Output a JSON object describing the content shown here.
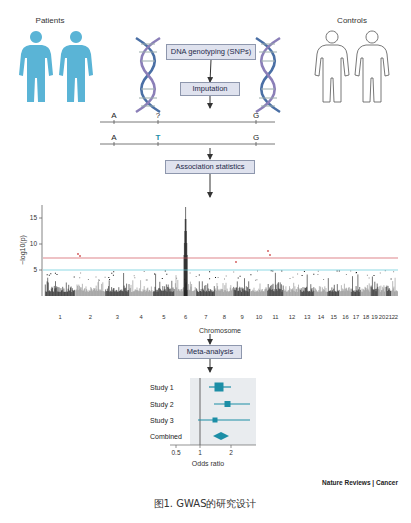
{
  "diagram": {
    "caption": "图1. GWAS的研究设计",
    "nodes": [
      {
        "text": [
          "DNA genotyping (SNPs)"
        ]
      },
      {
        "text": [
          "Imputation"
        ]
      },
      {
        "text": [
          "Association statistics"
        ]
      },
      {
        "text": [
          "Meta-analysis"
        ]
      }
    ],
    "edges": [
      {
        "from": 0,
        "to": 1,
        "arrow": "to"
      }
    ],
    "labels": [
      "Patients",
      "Controls",
      "A",
      "?",
      "G",
      "A",
      "T",
      "G",
      "15",
      "10",
      "5",
      "−log10(p)",
      "1",
      "2",
      "3",
      "4",
      "5",
      "6",
      "7",
      "8",
      "9",
      "10",
      "11",
      "12",
      "13",
      "14",
      "15",
      "16",
      "17",
      "18",
      "19",
      "20",
      "21",
      "22",
      "Chromosome",
      "Study 1",
      "Study 2",
      "Study 3",
      "Combined",
      "0.5",
      "1",
      "2",
      "Odds ratio",
      "Nature Reviews | Cancer"
    ]
  }
}
